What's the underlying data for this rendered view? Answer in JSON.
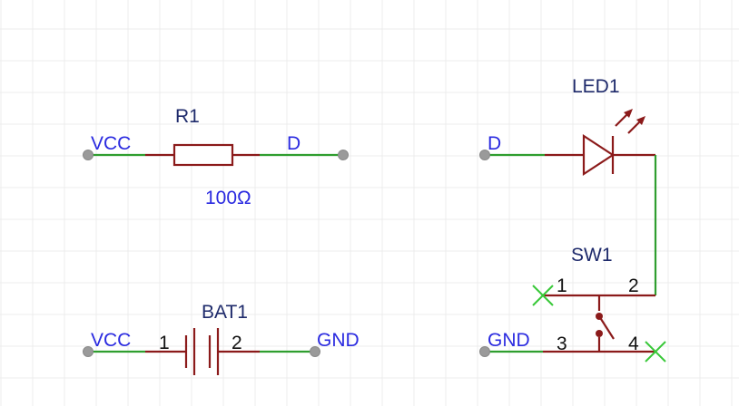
{
  "resistor": {
    "designator": "R1",
    "value": "100Ω",
    "left_net": "VCC",
    "right_net": "D"
  },
  "battery": {
    "designator": "BAT1",
    "left_net": "VCC",
    "right_net": "GND",
    "pin1": "1",
    "pin2": "2"
  },
  "led": {
    "designator": "LED1",
    "left_net": "D"
  },
  "switch": {
    "designator": "SW1",
    "pin1": "1",
    "pin2": "2",
    "pin3": "3",
    "pin4": "4",
    "left_net": "GND"
  },
  "colors": {
    "wire": "#2f9e2f",
    "component": "#8b1a1a",
    "net_label": "#2a2ae0",
    "designator": "#1e2a6b",
    "no_connect": "#38c838"
  }
}
